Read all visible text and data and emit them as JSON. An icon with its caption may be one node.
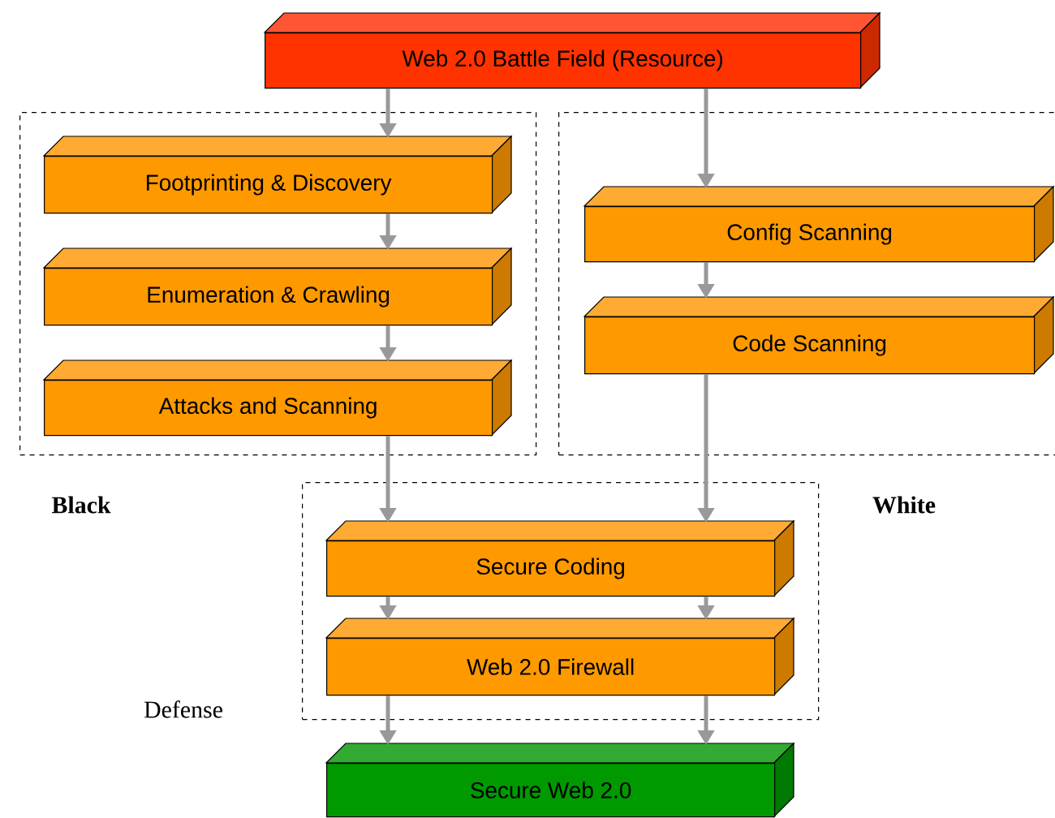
{
  "diagram": {
    "nodes": [
      {
        "text": [
          "Web 2.0 Battle Field (Resource)"
        ]
      },
      {
        "text": [
          "Black"
        ]
      },
      {
        "text": [
          "Footprinting & Discovery"
        ],
        "in": 1
      },
      {
        "text": [
          "Enumeration & Crawling"
        ],
        "in": 1
      },
      {
        "text": [
          "Attacks and Scanning"
        ],
        "in": 1
      },
      {
        "text": [
          "White"
        ]
      },
      {
        "text": [
          "Config Scanning"
        ],
        "in": 5
      },
      {
        "text": [
          "Code Scanning"
        ],
        "in": 5
      },
      {
        "text": [
          "Defense"
        ]
      },
      {
        "text": [
          "Secure Coding"
        ],
        "in": 8
      },
      {
        "text": [
          "Web 2.0 Firewall"
        ],
        "in": 8
      },
      {
        "text": [
          "Secure Web 2.0"
        ]
      }
    ],
    "edges": [
      {
        "from": 0,
        "to": 2,
        "arrow": "to"
      },
      {
        "from": 2,
        "to": 3,
        "arrow": "to"
      },
      {
        "from": 3,
        "to": 4,
        "arrow": "to"
      },
      {
        "from": 0,
        "to": 6,
        "arrow": "to"
      },
      {
        "from": 6,
        "to": 7,
        "arrow": "to"
      },
      {
        "from": 4,
        "to": 9,
        "arrow": "to"
      },
      {
        "from": 7,
        "to": 9,
        "arrow": "to"
      },
      {
        "from": 9,
        "to": 10,
        "arrow": "to"
      },
      {
        "from": 9,
        "to": 10,
        "arrow": "to"
      },
      {
        "from": 10,
        "to": 11,
        "arrow": "to"
      },
      {
        "from": 10,
        "to": 11,
        "arrow": "to"
      }
    ]
  }
}
